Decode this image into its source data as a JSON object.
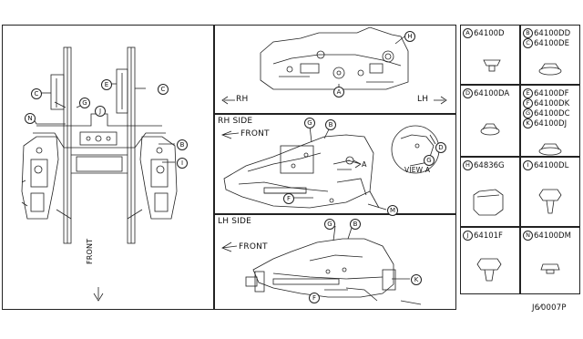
{
  "views": {
    "rh_side": "RH SIDE",
    "lh_side": "LH SIDE",
    "front": "FRONT",
    "rh_arrow": "RH",
    "lh_arrow": "LH",
    "view_a": "VIEW A",
    "a_mark": "A",
    "front_vertical": "FRONT"
  },
  "callouts": {
    "A": "A",
    "B": "B",
    "C": "C",
    "D": "D",
    "E": "E",
    "F": "F",
    "G": "G",
    "H": "H",
    "I": "I",
    "J": "J",
    "K": "K",
    "M": "M",
    "N": "N"
  },
  "parts": {
    "r1c1": [
      {
        "letter": "A",
        "number": "64100D"
      }
    ],
    "r1c2": [
      {
        "letter": "B",
        "number": "64100DD"
      },
      {
        "letter": "C",
        "number": "64100DE"
      }
    ],
    "r2c1": [
      {
        "letter": "D",
        "number": "64100DA"
      }
    ],
    "r2c2": [
      {
        "letter": "E",
        "number": "64100DF"
      },
      {
        "letter": "F",
        "number": "64100DK"
      },
      {
        "letter": "G",
        "number": "64100DC"
      },
      {
        "letter": "K",
        "number": "64100DJ"
      }
    ],
    "r3c1": [
      {
        "letter": "H",
        "number": "64836G"
      }
    ],
    "r3c2": [
      {
        "letter": "I",
        "number": "64100DL"
      }
    ],
    "r4c1": [
      {
        "letter": "J",
        "number": "64101F"
      }
    ],
    "r4c2": [
      {
        "letter": "N",
        "number": "64100DM"
      }
    ]
  },
  "footer_code": "J6⁄0007P"
}
